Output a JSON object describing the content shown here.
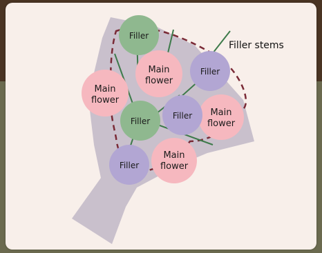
{
  "colors": {
    "main_flower": "#f6b8bf",
    "filler_green": "#8fb88f",
    "filler_purple": "#b2a6d3",
    "wrapper": "#c9c0cc",
    "stem": "#3d7a4a",
    "dashed_outline": "#7a2a36",
    "card_bg": "#f8efea"
  },
  "labels": {
    "main_line1": "Main",
    "main_line2": "flower",
    "filler": "Filler",
    "filler_stems": "Filler stems"
  }
}
